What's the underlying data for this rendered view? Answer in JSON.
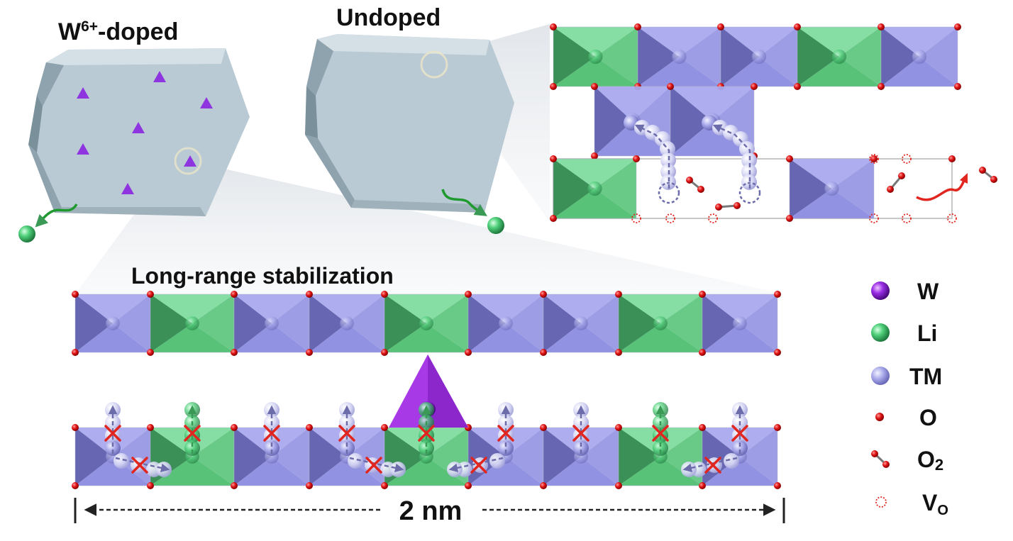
{
  "figure": {
    "doped_title": "W",
    "doped_title_sup": "6+",
    "doped_title_suffix": "-doped",
    "undoped_title": "Undoped",
    "stabilization_title": "Long-range stabilization",
    "scale_bar_label": "2 nm"
  },
  "legend": {
    "items": [
      {
        "symbol": "W",
        "label": "W"
      },
      {
        "symbol": "Li",
        "label": "Li"
      },
      {
        "symbol": "TM",
        "label": "TM"
      },
      {
        "symbol": "O",
        "label": "O"
      },
      {
        "symbol": "O2",
        "label": "O",
        "subscript": "2"
      },
      {
        "symbol": "VO",
        "label": "V",
        "subscript": "O"
      }
    ]
  },
  "colors": {
    "li": "#3fbf6a",
    "tm": "#7e7ed6",
    "w": "#8a1fd6",
    "oxygen": "#d81e1e",
    "particle": "#b5c6d0",
    "block_x": "#e0261f",
    "release_arrow": "#e0261f",
    "li_arrow": "#1f9a2f"
  },
  "lattice": {
    "top_row_types": [
      "TM",
      "Li",
      "TM",
      "TM",
      "Li",
      "TM",
      "TM",
      "Li",
      "TM"
    ],
    "bottom_row_types": [
      "TM",
      "Li",
      "TM",
      "TM",
      "Li",
      "TM",
      "TM",
      "Li",
      "TM"
    ],
    "inset_top_types": [
      "Li",
      "TM",
      "TM",
      "Li",
      "TM"
    ],
    "inset_middle_types": [
      "TM",
      "TM"
    ],
    "inset_bottom_types": [
      "Li",
      "empty",
      "TM",
      "empty"
    ]
  }
}
